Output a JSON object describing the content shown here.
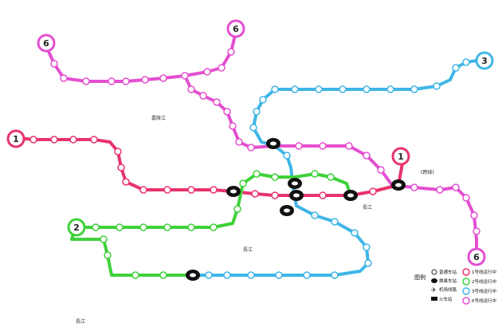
{
  "map": {
    "colors": {
      "line1": "#e8336b",
      "line2": "#3fd13a",
      "line3": "#3fb6e6",
      "line6": "#e44fd0",
      "transfer": "#111111",
      "background": "#ffffff"
    },
    "line_numbers": {
      "line1": "1",
      "line2": "2",
      "line3": "3",
      "line6": "6"
    },
    "line1_extra_label": "(跨线)",
    "river_labels": [
      "嘉陵江",
      "長江",
      "長江",
      "長江"
    ],
    "legend": {
      "heading": "图例",
      "items": [
        {
          "icon": "station-icon",
          "text": "普通车站"
        },
        {
          "icon": "transfer-station-icon",
          "text": "换乘车站"
        },
        {
          "icon": "airport-icon",
          "text": "机场线路"
        },
        {
          "icon": "train-station-icon",
          "text": "火车站"
        },
        {
          "icon": "line1-icon",
          "text": "1号线运行中"
        },
        {
          "icon": "line2-icon",
          "text": "2号线运行中"
        },
        {
          "icon": "line3-icon",
          "text": "3号线运行中"
        },
        {
          "icon": "line6-icon",
          "text": "6号线运行中"
        }
      ]
    }
  }
}
